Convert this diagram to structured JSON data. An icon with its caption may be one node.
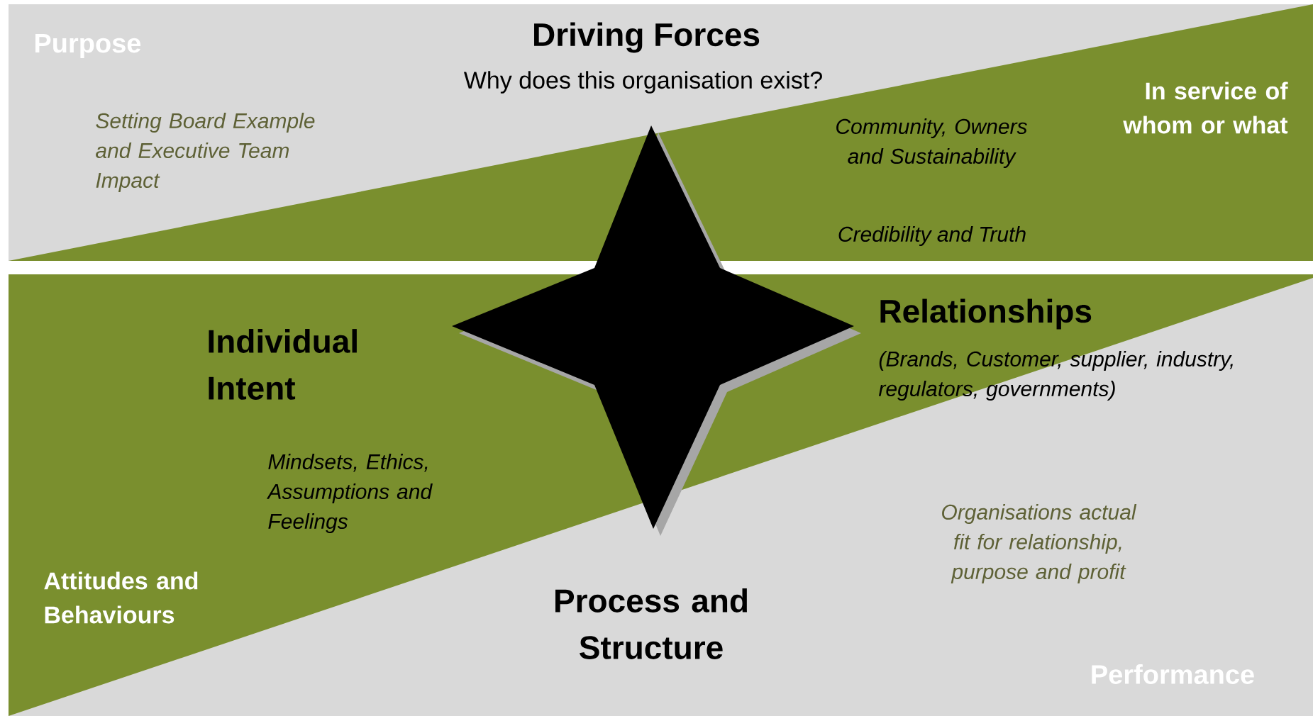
{
  "diagram": {
    "title": "Driving Forces",
    "labels": [
      "Purpose",
      "Why does this organisation exist?",
      "Setting Board Example and Executive Team Impact",
      "In service of whom or what",
      "Community, Owners and Sustainability",
      "Credibility and Truth",
      "Relationships",
      "Individual Intent",
      "(Brands, Customer, supplier, industry, regulators, governments)",
      "Mindsets, Ethics, Assumptions and Feelings",
      "Organisations actual fit for relationship, purpose and profit",
      "Attitudes and Behaviours",
      "Process and Structure",
      "Performance"
    ]
  }
}
